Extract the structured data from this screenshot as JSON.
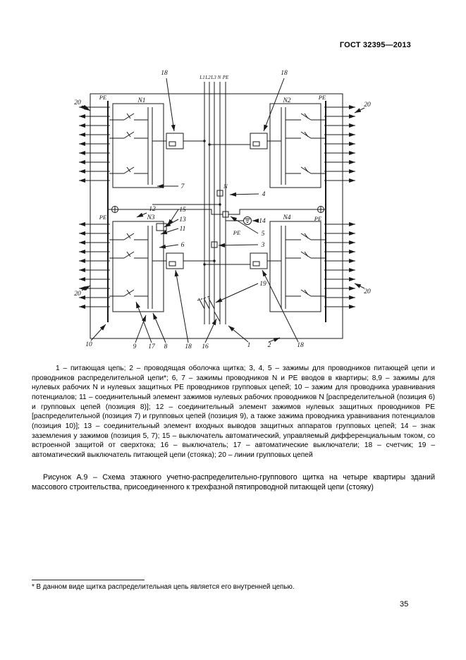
{
  "page": {
    "header": "ГОСТ 32395—2013",
    "number": "35"
  },
  "diagram": {
    "riser": {
      "l1": "L1",
      "l2": "L2",
      "l3": "L3",
      "n": "N",
      "pe": "PE"
    },
    "labels": {
      "pe_top_left": "PE",
      "pe_top_right": "PE",
      "pe_bottom_left": "PE",
      "pe_bottom_right": "PE",
      "n_center": "N",
      "pe_center": "PE",
      "meter_1": "N1",
      "meter_2": "N2",
      "meter_3": "N3",
      "meter_4": "N4"
    },
    "callouts": {
      "c18_top_left": "18",
      "c18_top_right": "18",
      "c20_left_top": "20",
      "c20_right_top": "20",
      "c20_left_bottom": "20",
      "c20_right_bottom": "20",
      "c7": "7",
      "c12": "12",
      "c15": "15",
      "c13": "13",
      "c11": "11",
      "c6": "6",
      "c4": "4",
      "c14": "14",
      "c5": "5",
      "c3": "3",
      "c19": "19",
      "c10": "10",
      "c9": "9",
      "c17": "17",
      "c8": "8",
      "c18_bottom_left": "18",
      "c16": "16",
      "c1": "1",
      "c2": "2",
      "c18_bottom_right": "18"
    }
  },
  "legend": "1 – питающая цепь; 2 – проводящая оболочка щитка; 3, 4, 5 – зажимы для проводников питающей цепи и проводников распределительной цепи*; 6, 7 – зажимы проводников N и PE вводов в квартиры; 8,9 – зажимы для нулевых рабочих N и нулевых защитных PE проводников групповых цепей; 10 – зажим для проводника уравнивания потенциалов; 11 – соединительный элемент зажимов нулевых рабочих проводников N [распределительной (позиция 6) и групповых цепей (позиция 8)]; 12 – соединительный элемент зажимов нулевых защитных проводников PE [распределительной (позиция 7) и групповых цепей (позиция 9), а также зажима проводника уравнивания потенциалов (позиция 10)]; 13 – соединительный элемент входных выводов защитных аппаратов групповых цепей; 14 – знак заземления у зажимов (позиция 5, 7); 15 – выключатель автоматический, управляемый дифференциальным током, со встроенной защитой от сверхтока; 16 – выключатель; 17 – автоматические выключатели; 18 – счетчик; 19 – автоматический выключатель питающей цепи (стояка); 20 – линии групповых цепей",
  "caption": "Рисунок А.9 – Схема этажного учетно-распределительно-группового щитка на четыре квартиры зданий массового строительства, присоединенного к трехфазной пятипроводной питающей цепи (стояку)",
  "footnote": "* В данном виде щитка распределительная цепь является его внутренней цепью."
}
